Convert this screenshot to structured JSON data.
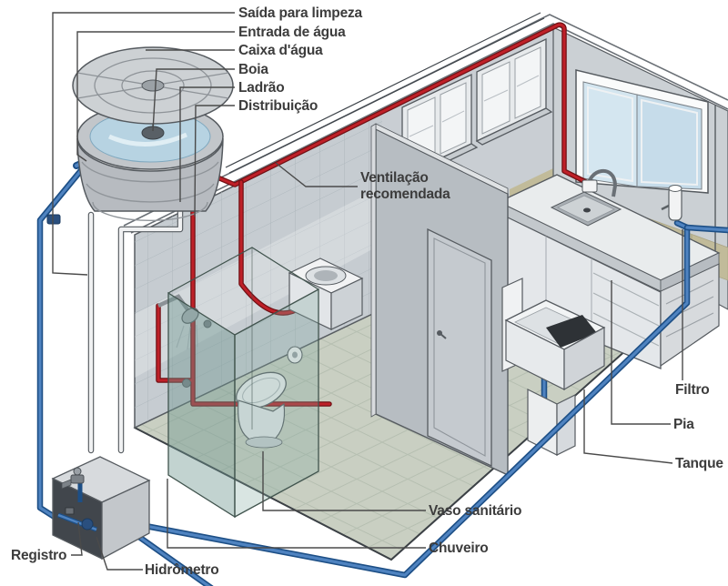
{
  "diagram": {
    "type": "isometric-residential-cold-water-plumbing-installation",
    "language": "pt-BR",
    "labels": {
      "saida_limpeza": "Saída para limpeza",
      "entrada_agua": "Entrada de água",
      "caixa_dagua": "Caixa d'água",
      "boia": "Boia",
      "ladrao": "Ladrão",
      "distribuicao": "Distribuição",
      "ventilacao_line1": "Ventilação",
      "ventilacao_line2": "recomendada",
      "filtro": "Filtro",
      "pia": "Pia",
      "tanque": "Tanque",
      "vaso_sanitario": "Vaso sanitário",
      "chuveiro": "Chuveiro",
      "hidrometro": "Hidrômetro",
      "registro": "Registro"
    },
    "colors": {
      "distribution_pipe_red": "#bf2028",
      "supply_pipe_blue": "#2f6bad",
      "drain_overflow_pipe_white": "#f0f1f2",
      "leader_line": "#4a4a4a",
      "label_text": "#3c3c3c",
      "floor_tile_green": "#c9cfc2",
      "wall_tile_gray": "#c6ccd1",
      "exterior_masonry_tan": "#bdb795",
      "tank_water_blue": "#b7d3e2",
      "glass_enclosure_teal": "#6e968e",
      "background": "#ffffff"
    }
  }
}
